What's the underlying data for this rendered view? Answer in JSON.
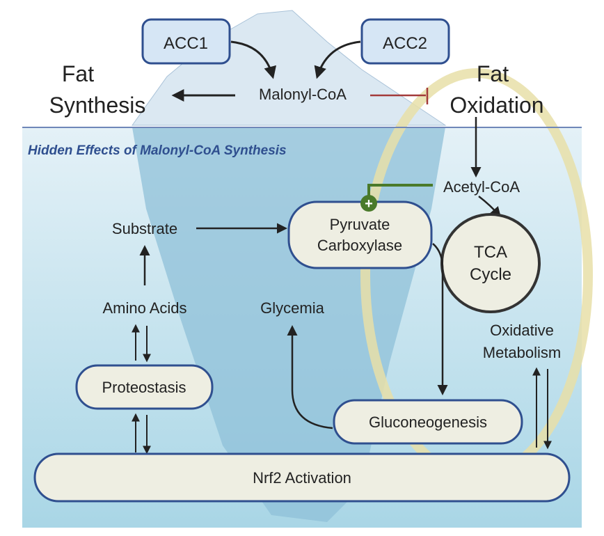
{
  "figure": {
    "title_left": {
      "line1": "Fat",
      "line2": "Synthesis"
    },
    "title_right": {
      "line1": "Fat",
      "line2": "Oxidation"
    },
    "hidden_heading": "Hidden Effects of Malonyl-CoA Synthesis",
    "nodes": {
      "acc1": "ACC1",
      "acc2": "ACC2",
      "malonyl_coa": "Malonyl-CoA",
      "acetyl_coa": "Acetyl-CoA",
      "pyruvate_carboxylase": {
        "line1": "Pyruvate",
        "line2": "Carboxylase"
      },
      "tca_cycle": {
        "line1": "TCA",
        "line2": "Cycle"
      },
      "substrate": "Substrate",
      "amino_acids": "Amino Acids",
      "glycemia": "Glycemia",
      "oxidative_metabolism": {
        "line1": "Oxidative",
        "line2": "Metabolism"
      },
      "proteostasis": "Proteostasis",
      "gluconeogenesis": "Gluconeogenesis",
      "nrf2_activation": "Nrf2 Activation"
    },
    "symbols": {
      "activation": "+"
    },
    "colors": {
      "box_border": "#2f4f8f",
      "box_fill_top": "#d6e6f5",
      "box_fill_bottom": "#eeeee2",
      "heading": "#2f4f8f",
      "inhibit": "#a33a3a",
      "activate": "#4a7a2a",
      "arrow": "#222222",
      "water": "#bfe0ec",
      "mito": "#e8dfa8"
    }
  }
}
